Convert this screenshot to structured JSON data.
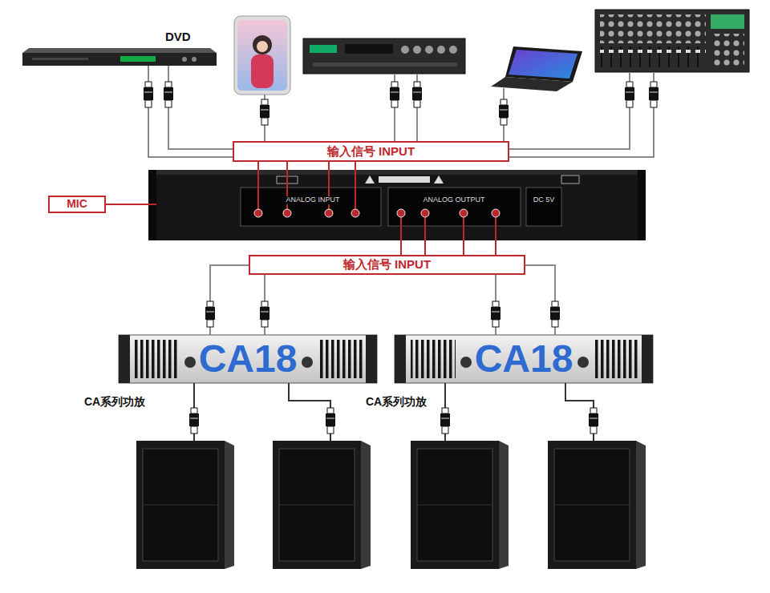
{
  "diagram": {
    "nodes": [
      {
        "text": [
          "DVD"
        ]
      },
      {
        "text": [
          "输入信号 INPUT"
        ]
      },
      {
        "text": [
          "ANALOG INPUT",
          "ANALOG OUTPUT",
          "DC 5V"
        ]
      },
      {
        "text": [
          "MIC"
        ]
      },
      {
        "text": [
          "输入信号 INPUT"
        ]
      },
      {
        "text": [
          "CA18",
          "CA系列功放"
        ]
      },
      {
        "text": [
          "CA18",
          "CA系列功放"
        ]
      }
    ],
    "edges": [
      {
        "from": 0,
        "to": 1,
        "arrow": "none"
      },
      {
        "from": 0,
        "to": 1,
        "arrow": "none"
      },
      {
        "from": 1,
        "to": 2,
        "arrow": "none"
      },
      {
        "from": 1,
        "to": 2,
        "arrow": "none"
      },
      {
        "from": 1,
        "to": 2,
        "arrow": "none"
      },
      {
        "from": 1,
        "to": 2,
        "arrow": "none"
      },
      {
        "from": 3,
        "to": 2,
        "arrow": "none"
      },
      {
        "from": 2,
        "to": 4,
        "arrow": "none"
      },
      {
        "from": 2,
        "to": 4,
        "arrow": "none"
      },
      {
        "from": 2,
        "to": 4,
        "arrow": "none"
      },
      {
        "from": 2,
        "to": 4,
        "arrow": "none"
      },
      {
        "from": 4,
        "to": 5,
        "arrow": "none"
      },
      {
        "from": 4,
        "to": 5,
        "arrow": "none"
      },
      {
        "from": 4,
        "to": 6,
        "arrow": "none"
      },
      {
        "from": 4,
        "to": 6,
        "arrow": "none"
      }
    ]
  }
}
